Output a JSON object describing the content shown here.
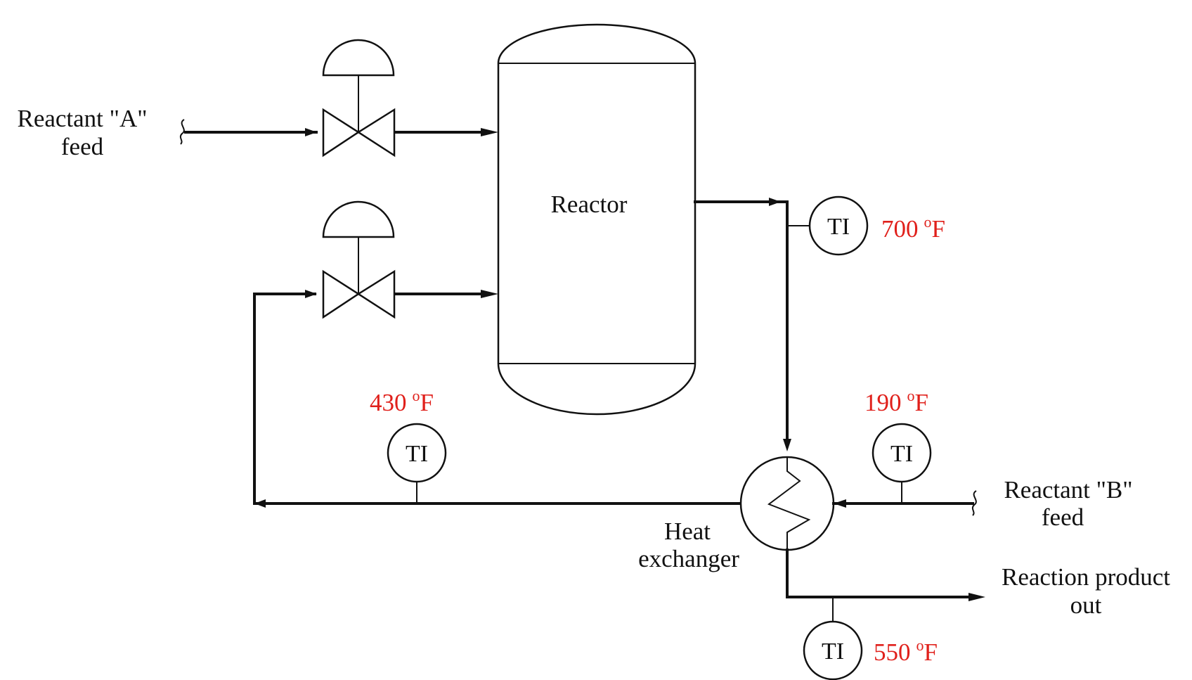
{
  "reactor": {
    "label": "Reactor"
  },
  "heat_exchanger": {
    "label_line1": "Heat",
    "label_line2": "exchanger"
  },
  "streams": {
    "reactant_a": {
      "line1": "Reactant \"A\"",
      "line2": "feed"
    },
    "reactant_b": {
      "line1": "Reactant \"B\"",
      "line2": "feed"
    },
    "product": {
      "line1": "Reaction product",
      "line2": "out"
    }
  },
  "instruments": [
    {
      "tag": "TI",
      "value": "700",
      "sup": "o",
      "unit": "F"
    },
    {
      "tag": "TI",
      "value": "430",
      "sup": "o",
      "unit": "F"
    },
    {
      "tag": "TI",
      "value": "190",
      "sup": "o",
      "unit": "F"
    },
    {
      "tag": "TI",
      "value": "550",
      "sup": "o",
      "unit": "F"
    }
  ],
  "colors": {
    "line": "#111111",
    "reading": "#e0201b"
  }
}
